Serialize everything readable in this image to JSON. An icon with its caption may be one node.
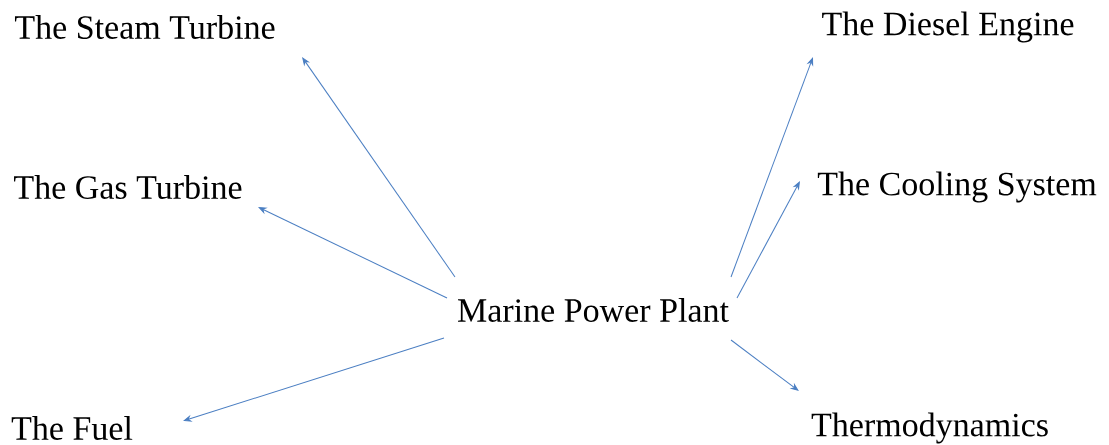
{
  "diagram": {
    "nodes": [
      {
        "text": [
          "Marine Power Plant"
        ]
      },
      {
        "text": [
          "The Steam Turbine"
        ]
      },
      {
        "text": [
          "The Gas Turbine"
        ]
      },
      {
        "text": [
          "The Fuel"
        ]
      },
      {
        "text": [
          "The Diesel Engine"
        ]
      },
      {
        "text": [
          "The Cooling System"
        ]
      },
      {
        "text": [
          "Thermodynamics"
        ]
      }
    ],
    "edges": [
      {
        "from": 0,
        "to": 1,
        "arrow": "to"
      },
      {
        "from": 0,
        "to": 2,
        "arrow": "to"
      },
      {
        "from": 0,
        "to": 3,
        "arrow": "to"
      },
      {
        "from": 0,
        "to": 4,
        "arrow": "to"
      },
      {
        "from": 0,
        "to": 5,
        "arrow": "to"
      },
      {
        "from": 0,
        "to": 6,
        "arrow": "to"
      }
    ]
  }
}
